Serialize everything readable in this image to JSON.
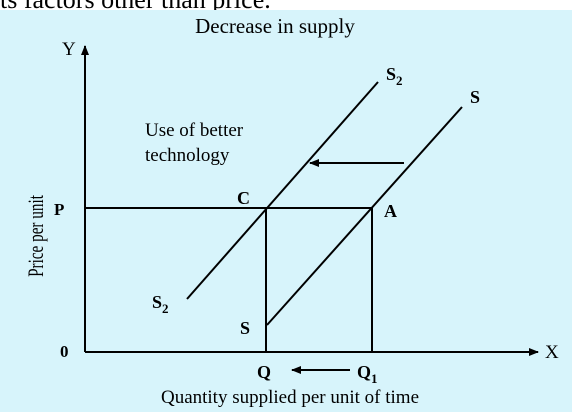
{
  "header_text": "ts factors other than price.",
  "title": "Decrease in supply",
  "y_axis_letter": "Y",
  "x_axis_letter": "X",
  "y_axis_label": "Price per unit",
  "x_axis_label": "Quantity supplied per unit of time",
  "origin_label": "0",
  "price_label": "P",
  "quantity_label": "Q",
  "quantity1_label": "Q",
  "quantity1_subscript": "1",
  "point_c_label": "C",
  "point_a_label": "A",
  "curve_s_top_label": "S",
  "curve_s_bottom_label": "S",
  "curve_s2_top_label": "S",
  "curve_s2_top_subscript": "2",
  "curve_s2_bottom_label": "S",
  "curve_s2_bottom_subscript": "2",
  "annotation_line1": "Use of better",
  "annotation_line2": "technology",
  "colors": {
    "panel_background": "#d7f4fb",
    "page_background": "#ffffff",
    "ink": "#000000"
  }
}
